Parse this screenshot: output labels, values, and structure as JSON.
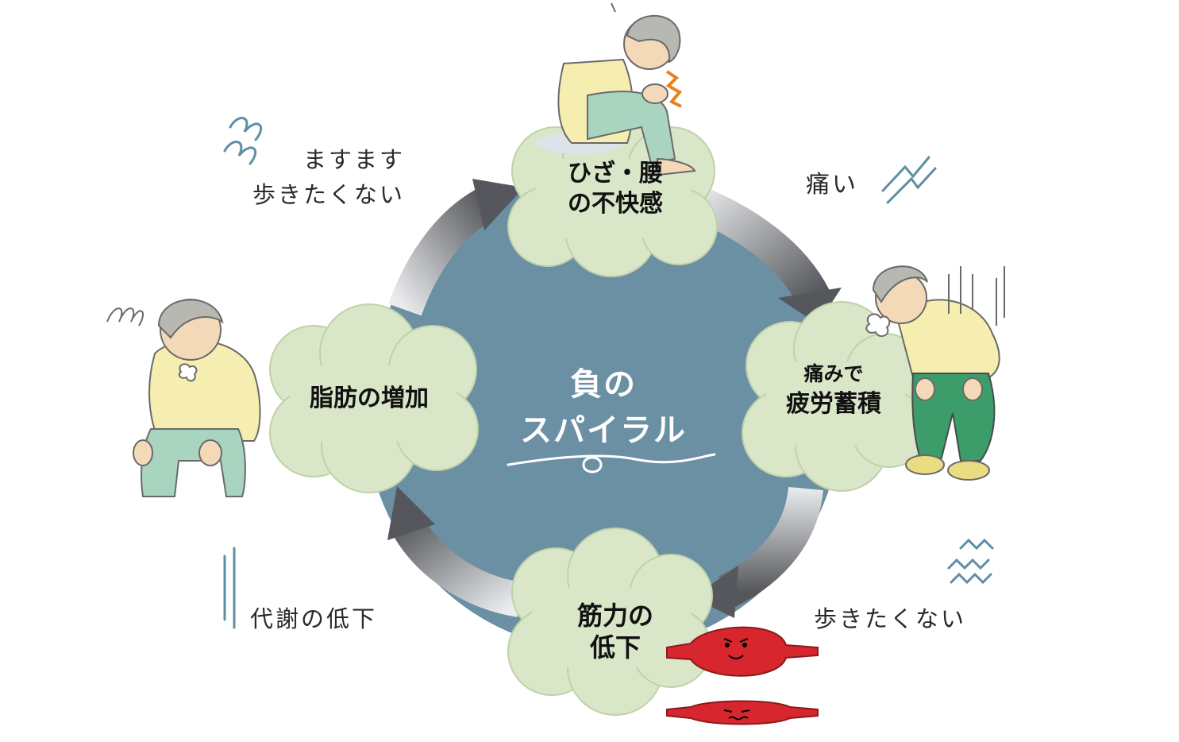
{
  "center": {
    "title_line1": "負の",
    "title_line2": "スパイラル"
  },
  "nodes": {
    "top": {
      "line1": "ひざ・腰",
      "line2": "の不快感"
    },
    "right": {
      "line1": "痛みで",
      "line2": "疲労蓄積"
    },
    "bottom": {
      "line1": "筋力の",
      "line2": "低下"
    },
    "left": {
      "line1": "脂肪の増加"
    }
  },
  "notes": {
    "top_right": "痛い",
    "bottom_right": "歩きたくない",
    "bottom_left": "代謝の低下",
    "top_left_line1": "ますます",
    "top_left_line2": "歩きたくない"
  },
  "colors": {
    "circle": "#6b8fa3",
    "cloud": "#d9e6c8",
    "cloud_edge": "#bfd2a8",
    "arrow_dark": "#55575c",
    "arrow_light": "#e4e5e8",
    "sweater": "#f6eeb0",
    "pants_green": "#a9d4c0",
    "pants_teal": "#3c9c6a",
    "muscle": "#d7262e",
    "squiggle": "#5e8ea3"
  }
}
